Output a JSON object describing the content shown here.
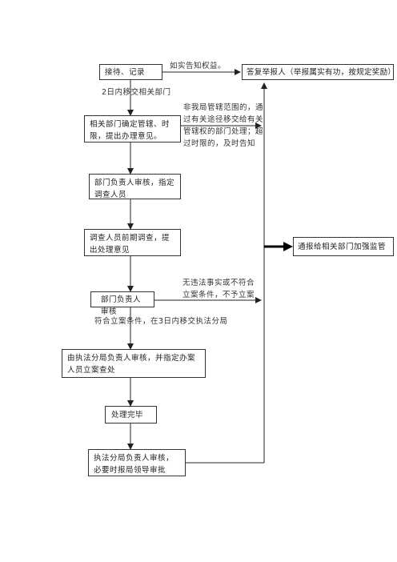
{
  "boxes": {
    "reception": "接待、记录",
    "reply": "答复举报人（举报属实有功，按规定奖励）",
    "dept_confirm": "相关部门确定管辖、时限，提出办理意见。",
    "dept_head_assign": "部门负责人审核，指定调查人员",
    "preliminary": "调查人员前期调查，提出处理意见",
    "notify": "通报给相关部门加强监管",
    "dept_head_review": "部门负责人审核",
    "branch_handle": "由执法分局负责人审核，并指定办案人员立案查处",
    "done": "处理完毕",
    "branch_head_review": "执法分局负责人审核，必要时报局领导审批"
  },
  "notes": {
    "inform_rights": "如实告知权益。",
    "transfer_2days": "2日内移交相关部门",
    "not_jurisdiction": "非我局管辖范围的，通\n过有关途径移交给有关\n管辖权的部门处理；超\n过时限的，及时告知",
    "no_violation": "无违法事实或不符合\n立案条件，不予立案",
    "meets_criteria": "符合立案条件，在3日内移交执法分局"
  }
}
